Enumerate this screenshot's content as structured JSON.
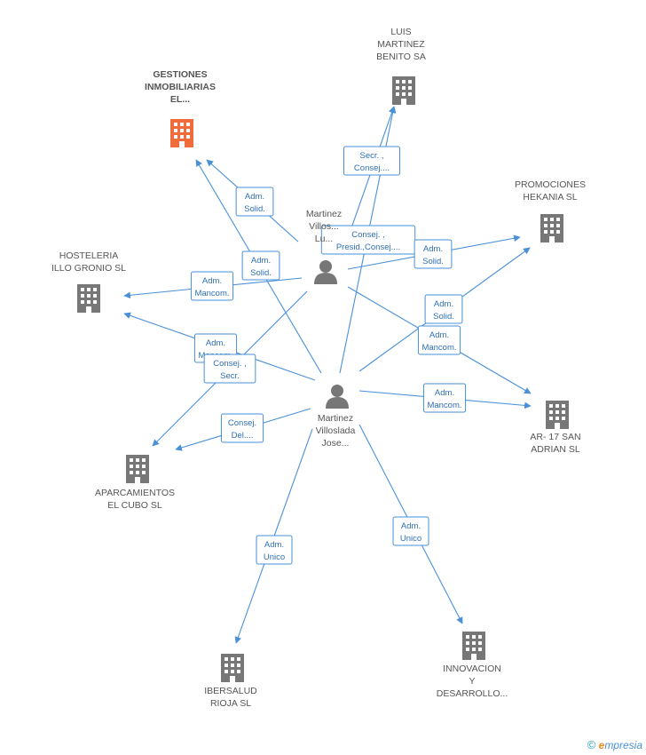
{
  "colors": {
    "edge": "#4a90d9",
    "building": "#777777",
    "focus_building": "#f26b3a",
    "person": "#777777"
  },
  "companies": [
    {
      "id": "gestiones",
      "lines": [
        "GESTIONES",
        "INMOBILIARIAS",
        "EL..."
      ],
      "focus": true,
      "icon": "building-icon"
    },
    {
      "id": "luis",
      "lines": [
        "LUIS",
        "MARTINEZ",
        "BENITO SA"
      ],
      "focus": false,
      "icon": "building-icon"
    },
    {
      "id": "promociones",
      "lines": [
        "PROMOCIONES",
        "HEKANIA SL"
      ],
      "focus": false,
      "icon": "building-icon"
    },
    {
      "id": "hosteleria",
      "lines": [
        "HOSTELERIA",
        "ILLO GRONIO SL"
      ],
      "focus": false,
      "icon": "building-icon"
    },
    {
      "id": "ar17",
      "lines": [
        "AR- 17 SAN",
        "ADRIAN SL"
      ],
      "focus": false,
      "icon": "building-icon"
    },
    {
      "id": "aparcamientos",
      "lines": [
        "APARCAMIENTOS",
        "EL CUBO SL"
      ],
      "focus": false,
      "icon": "building-icon"
    },
    {
      "id": "ibersalud",
      "lines": [
        "IBERSALUD",
        "RIOJA SL"
      ],
      "focus": false,
      "icon": "building-icon"
    },
    {
      "id": "innovacion",
      "lines": [
        "INNOVACION",
        "Y",
        "DESARROLLO..."
      ],
      "focus": false,
      "icon": "building-icon"
    }
  ],
  "persons": [
    {
      "id": "luisp",
      "lines": [
        "Martinez",
        "Villos...",
        "Lu..."
      ],
      "icon": "person-icon"
    },
    {
      "id": "jose",
      "lines": [
        "Martinez",
        "Villoslada",
        "Jose..."
      ],
      "icon": "person-icon"
    }
  ],
  "edges": [
    {
      "from": "luisp",
      "to": "gestiones",
      "label": [
        "Adm.",
        "Solid."
      ]
    },
    {
      "from": "jose",
      "to": "gestiones",
      "label": [
        "Adm.",
        "Solid."
      ]
    },
    {
      "from": "luisp",
      "to": "luis",
      "label": [
        "Secr. ,",
        "Consej...."
      ]
    },
    {
      "from": "jose",
      "to": "luis",
      "label": [
        "Consej. ,",
        "Presid.,Consej...."
      ]
    },
    {
      "from": "luisp",
      "to": "promociones",
      "label": [
        "Adm.",
        "Solid."
      ]
    },
    {
      "from": "jose",
      "to": "promociones",
      "label": [
        "Adm.",
        "Solid."
      ]
    },
    {
      "from": "luisp",
      "to": "hosteleria",
      "label": [
        "Adm.",
        "Mancom."
      ]
    },
    {
      "from": "jose",
      "to": "hosteleria",
      "label": [
        "Adm.",
        "Mancom."
      ]
    },
    {
      "from": "luisp",
      "to": "ar17",
      "label": [
        "Adm.",
        "Mancom."
      ]
    },
    {
      "from": "jose",
      "to": "ar17",
      "label": [
        "Adm.",
        "Mancom."
      ]
    },
    {
      "from": "luisp",
      "to": "aparcamientos",
      "label": [
        "Consej. ,",
        "Secr."
      ]
    },
    {
      "from": "jose",
      "to": "aparcamientos",
      "label": [
        "Consej.",
        "Del...."
      ]
    },
    {
      "from": "jose",
      "to": "ibersalud",
      "label": [
        "Adm.",
        "Unico"
      ]
    },
    {
      "from": "jose",
      "to": "innovacion",
      "label": [
        "Adm.",
        "Unico"
      ]
    }
  ],
  "footer": {
    "copyright": "©",
    "brand_e": "e",
    "brand_rest": "mpresia"
  }
}
